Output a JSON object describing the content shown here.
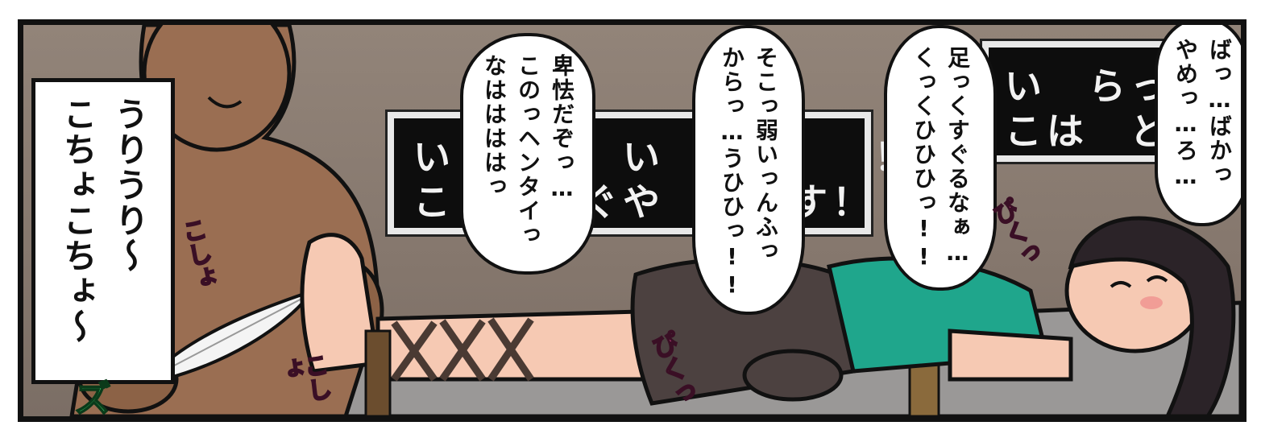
{
  "image": {
    "kind": "manga panel",
    "colors": {
      "panel_border": "#111111",
      "wall": "#8d7f76",
      "sign_bg": "#0d0d0d",
      "sfx_pink": "#ff5aa8",
      "shirt": "#1fa68c",
      "skin_dark": "#9a6e52"
    }
  },
  "caption": {
    "text": "うりうり～\nこちょこちょ～"
  },
  "signs": {
    "left": {
      "line1": "い　　ー　い　　　！　！",
      "line2": "こ　　らぐや　　　す！"
    },
    "right": {
      "line1": "い　らっし",
      "line2": "こは　ど"
    }
  },
  "bubbles": {
    "b1": {
      "text": "卑怯だぞっ…\nこのっヘンタイっ\nなははははっ"
    },
    "b2": {
      "text": "そこっ弱いっんふっ\nからっ…うひひっ!!"
    },
    "b3": {
      "text": "足っくすぐるなぁ…\nくっくひひひっ!!"
    },
    "b4": {
      "text": "ばっ…ばかっ\nやめっ…ろ…"
    }
  },
  "sfx": {
    "kosho_left": "こしょ",
    "kosho_bottom": "こしょ",
    "piku_mid": "ぴくっ",
    "piku_top": "ぴくっ",
    "zu": "ズ"
  }
}
